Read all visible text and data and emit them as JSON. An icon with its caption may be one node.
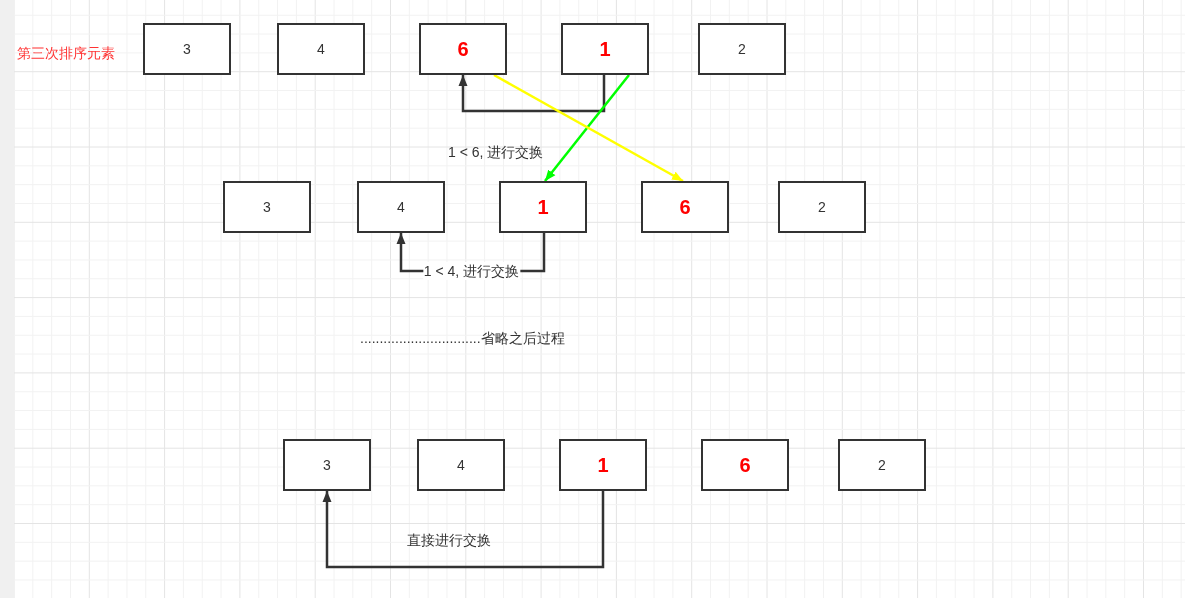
{
  "diagram": {
    "nodes": [
      {
        "text": [
          "3"
        ]
      },
      {
        "text": [
          "4"
        ]
      },
      {
        "text": [
          "6"
        ]
      },
      {
        "text": [
          "1"
        ]
      },
      {
        "text": [
          "2"
        ]
      },
      {
        "text": [
          "3"
        ]
      },
      {
        "text": [
          "4"
        ]
      },
      {
        "text": [
          "1"
        ]
      },
      {
        "text": [
          "6"
        ]
      },
      {
        "text": [
          "2"
        ]
      },
      {
        "text": [
          "3"
        ]
      },
      {
        "text": [
          "4"
        ]
      },
      {
        "text": [
          "1"
        ]
      },
      {
        "text": [
          "6"
        ]
      },
      {
        "text": [
          "2"
        ]
      }
    ],
    "edges": [
      {
        "from": 3,
        "to": 2,
        "arrow": "to"
      },
      {
        "from": 3,
        "to": 7,
        "arrow": "to",
        "color": "#00ff00"
      },
      {
        "from": 2,
        "to": 8,
        "arrow": "to",
        "color": "#ffff00"
      },
      {
        "from": 7,
        "to": 6,
        "arrow": "to",
        "label": "1 < 4, 进行交换"
      },
      {
        "from": 12,
        "to": 10,
        "arrow": "to"
      }
    ],
    "labels": [
      "第三次排序元素",
      "1 < 6, 进行交换",
      "...............................省略之后过程",
      "直接进行交换"
    ]
  }
}
